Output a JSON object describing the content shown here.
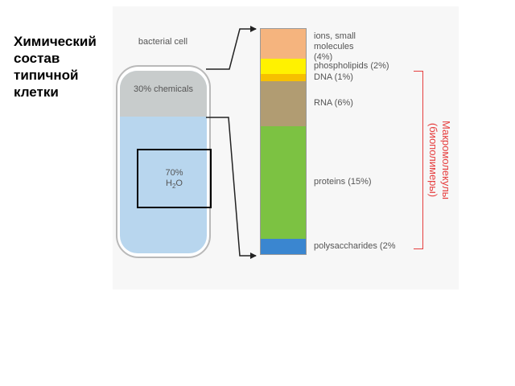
{
  "title": "Химический состав типичной клетки",
  "cell": {
    "label": "bacterial cell",
    "chemicals_label": "30% chemicals",
    "water_label": "70%",
    "water_formula": {
      "base": "H",
      "sub": "2",
      "tail": "O"
    },
    "colors": {
      "chemicals": "#c8cccc",
      "water": "#b8d6ee",
      "outline": "#b9b9b9"
    }
  },
  "composition": [
    {
      "label": "ions, small molecules (4%)",
      "percent": 4,
      "color": "#f5b47e"
    },
    {
      "label": "phospholipids (2%)",
      "percent": 2,
      "color": "#fff200"
    },
    {
      "label": "DNA (1%)",
      "percent": 1,
      "color": "#f6c000"
    },
    {
      "label": "RNA (6%)",
      "percent": 6,
      "color": "#b19c72"
    },
    {
      "label": "proteins (15%)",
      "percent": 15,
      "color": "#7cc242"
    },
    {
      "label": "polysaccharides (2%",
      "percent": 2,
      "color": "#3a86d0"
    }
  ],
  "macromolecules": {
    "label_line1": "Макромолекулы",
    "label_line2": "(биополимеры)",
    "color": "#e63e3e"
  }
}
